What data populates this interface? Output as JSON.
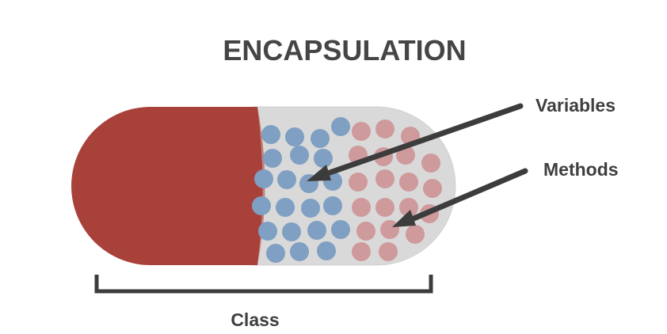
{
  "title": "ENCAPSULATION",
  "labels": {
    "variables": "Variables",
    "methods": "Methods",
    "class": "Class"
  },
  "colors": {
    "capsule_red": "#a8413a",
    "capsule_clear": "#d9d9d9",
    "variable_dot": "#7f9fc3",
    "method_dot": "#cf9a9c",
    "arrow": "#3c3c3c",
    "text": "#454545",
    "bracket": "#3c3c3c"
  },
  "legend": [
    {
      "label_key": "variables",
      "meaning": "blue dots"
    },
    {
      "label_key": "methods",
      "meaning": "pink dots"
    }
  ]
}
